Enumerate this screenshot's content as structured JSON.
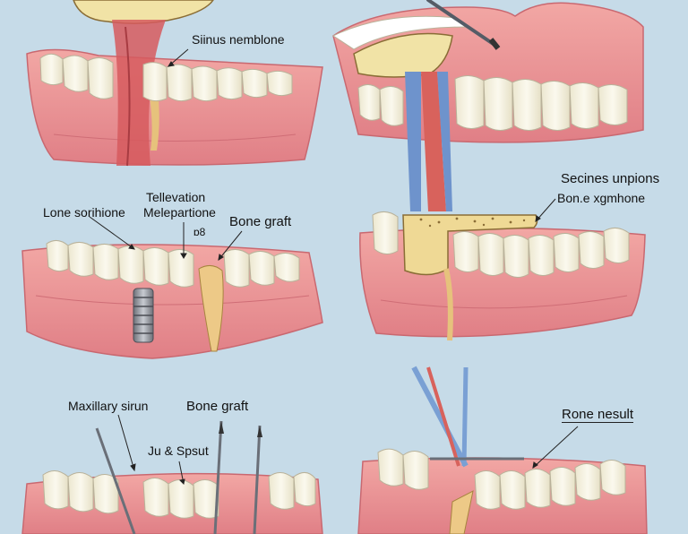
{
  "labels": {
    "sinus_membrane": "Siinus nemblone",
    "lone_sorihione": "Lone sorihione",
    "tellevation": "Tellevation",
    "melepartione": "Melepartione",
    "bone_graft_top": "Bone graft",
    "small_mark": "ɒ8",
    "secines_unpions": "Secines unpions",
    "bone_xgmhone": "Bon.e xgmhone",
    "maxillary_sirun": "Maxillary sirun",
    "bone_graft_bottom": "Bone graft",
    "ju_spsut": "Ju & Spsut",
    "rone_nesult": "Rone nesult"
  },
  "colors": {
    "background": "#c6dbe8",
    "gum": "#ee9c9c",
    "gum_dark": "#d97a7e",
    "tooth": "#f7f3e0",
    "bone": "#f1e3a6",
    "vessel_blue": "#6e93cc",
    "vessel_red": "#d85a5a",
    "implant": "#8c8f98"
  }
}
